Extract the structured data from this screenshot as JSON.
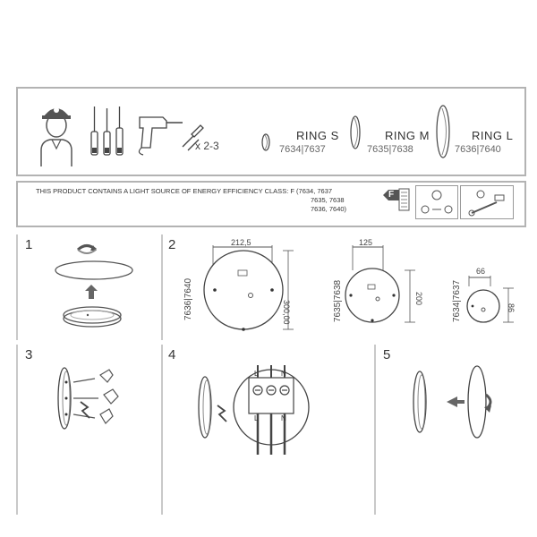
{
  "tools": {
    "multiplier": "x 2-3"
  },
  "rings": [
    {
      "name": "RING S",
      "codes": "7634|7637"
    },
    {
      "name": "RING M",
      "codes": "7635|7638"
    },
    {
      "name": "RING L",
      "codes": "7636|7640"
    }
  ],
  "energy": {
    "line1": "THIS PRODUCT CONTAINS A LIGHT SOURCE OF ENERGY EFFICIENCY CLASS: F (7634, 7637",
    "line2": "7635, 7638",
    "line3": "7636, 7640)",
    "class_letter": "F"
  },
  "steps": {
    "s1": "1",
    "s2": "2",
    "s3": "3",
    "s4": "4",
    "s5": "5"
  },
  "dims": {
    "L": {
      "codes": "7636|7640",
      "width": "212,5",
      "height": "300,00"
    },
    "M": {
      "codes": "7635|7638",
      "width": "125",
      "height": "200"
    },
    "S": {
      "codes": "7634|7637",
      "width": "66",
      "height": "86"
    }
  },
  "terminal": {
    "top": [
      "L",
      "",
      "N"
    ],
    "bottom": [
      "L",
      "",
      "N"
    ]
  }
}
